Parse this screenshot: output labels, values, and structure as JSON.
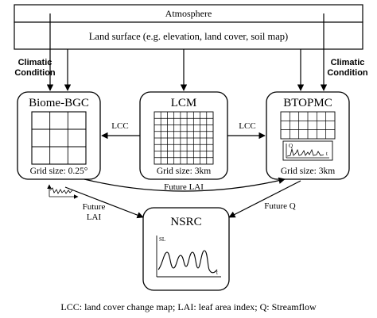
{
  "atmosphere": {
    "label": "Atmosphere"
  },
  "land_surface": {
    "label": "Land surface (e.g. elevation, land cover, soil map)"
  },
  "climatic_left": {
    "line1": "Climatic",
    "line2": "Condition"
  },
  "climatic_right": {
    "line1": "Climatic",
    "line2": "Condition"
  },
  "models": {
    "biome": {
      "title": "Biome-BGC",
      "grid": "Grid size: 0.25°"
    },
    "lcm": {
      "title": "LCM",
      "grid": "Grid size: 3km"
    },
    "btopmc": {
      "title": "BTOPMC",
      "grid": "Grid size: 3km"
    },
    "nsrc": {
      "title": "NSRC"
    }
  },
  "mini_plots": {
    "btopmc_y": "Q",
    "btopmc_x": "t",
    "nsrc_y": "SL",
    "nsrc_x": "t"
  },
  "flows": {
    "lcc_left": "LCC",
    "lcc_right": "LCC",
    "future_lai_mid": "Future LAI",
    "future_lai_left_1": "Future",
    "future_lai_left_2": "LAI",
    "future_q": "Future Q"
  },
  "footer": {
    "legend": "LCC: land cover change map; LAI: leaf area index; Q: Streamflow"
  }
}
